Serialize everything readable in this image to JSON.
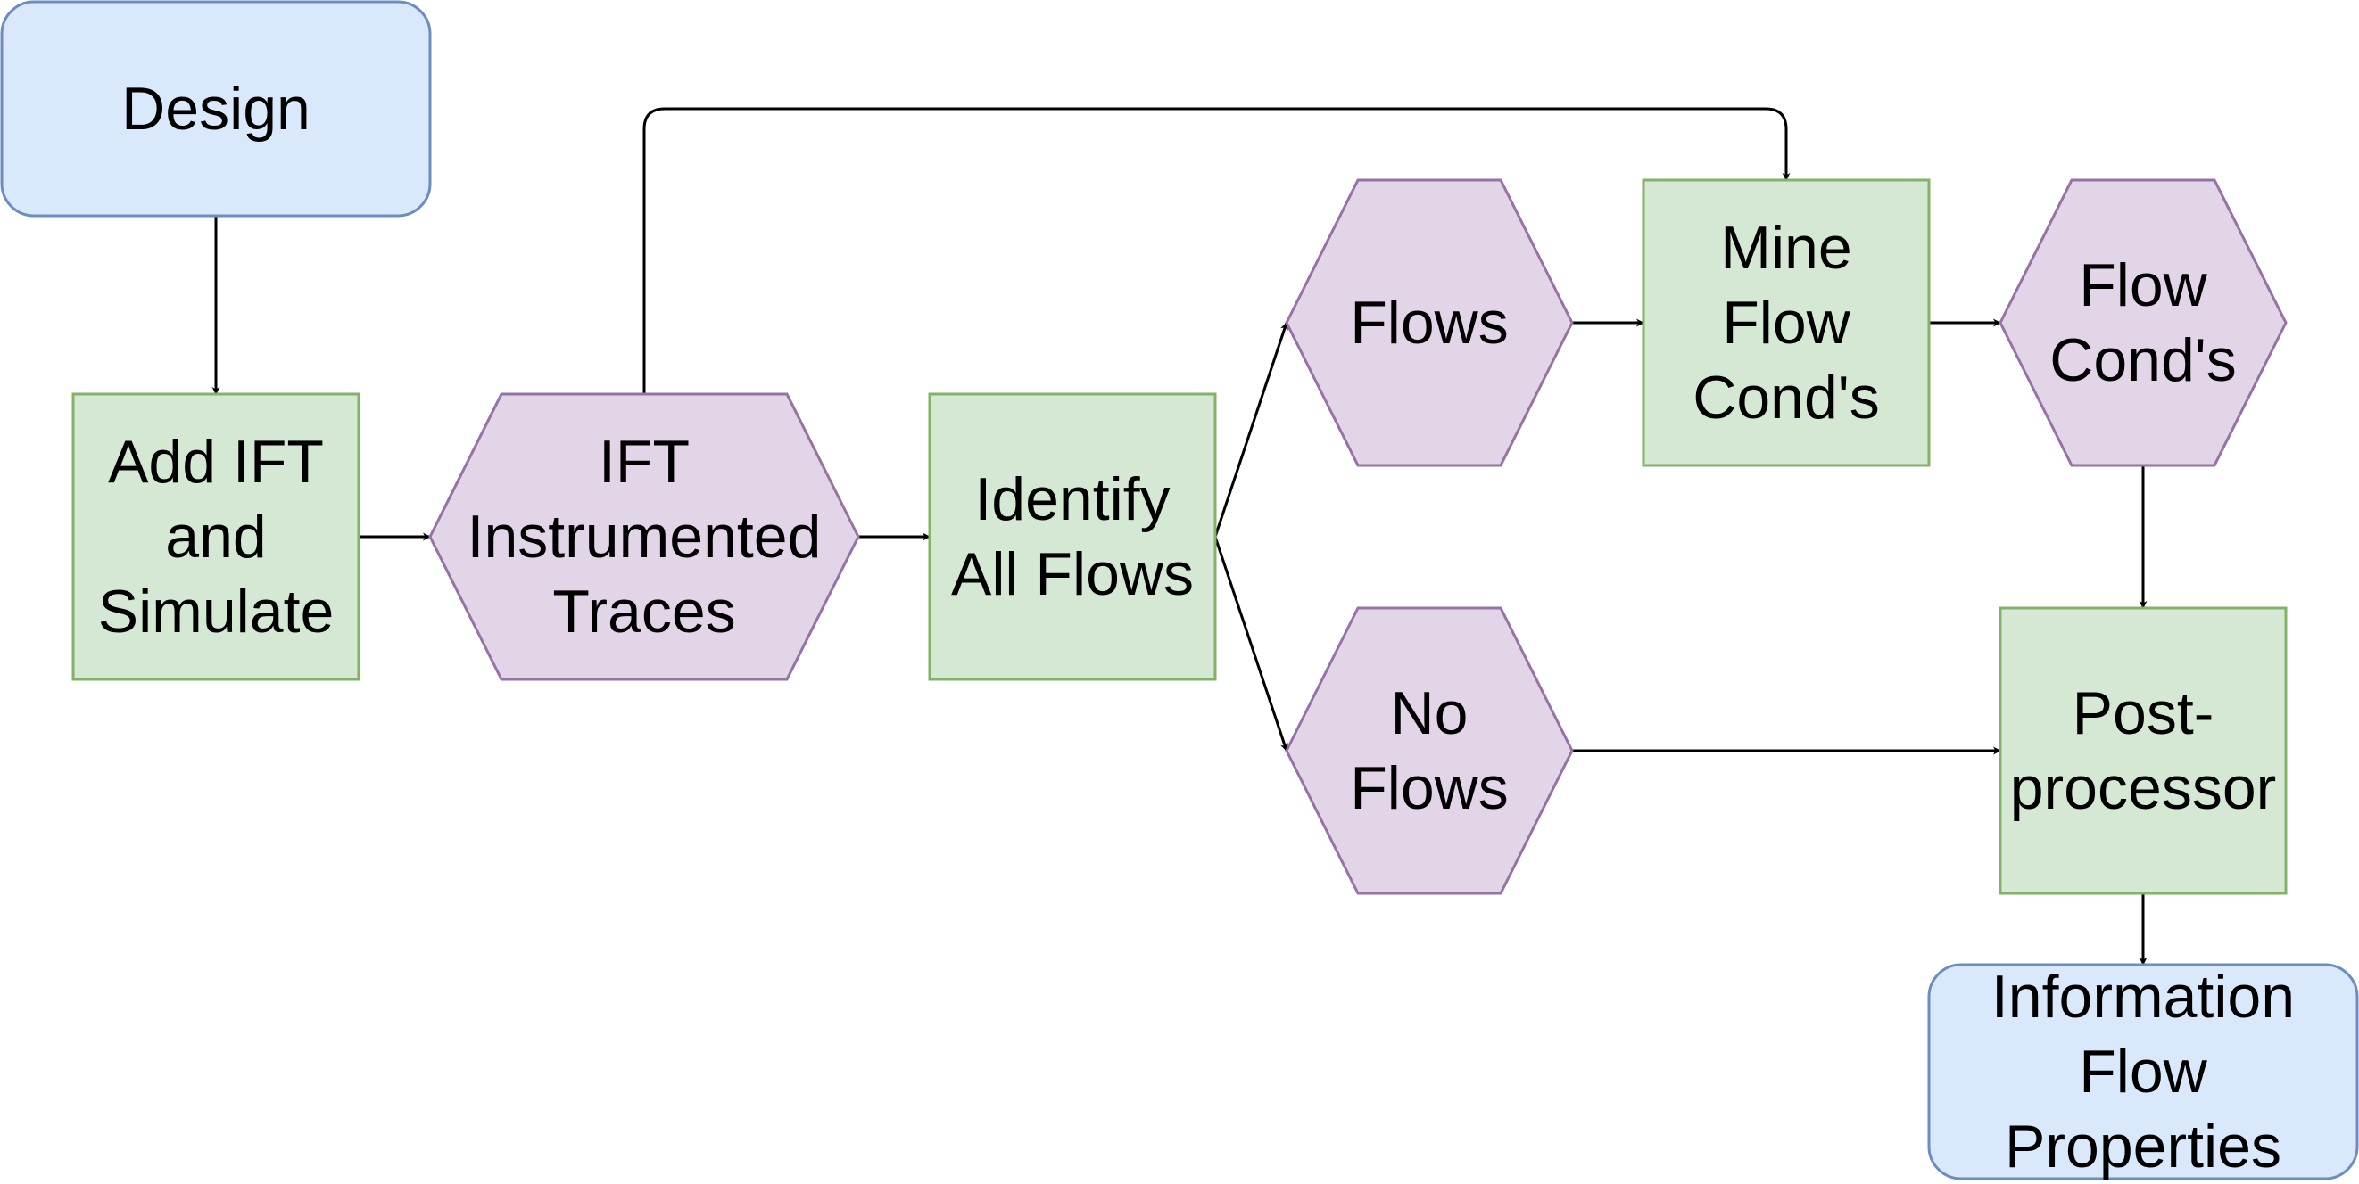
{
  "colors": {
    "terminal_fill": "#dae8fc",
    "terminal_stroke": "#6c8ebf",
    "process_fill": "#d5e8d4",
    "process_stroke": "#82b366",
    "data_fill": "#e1d5e7",
    "data_stroke": "#9673a6",
    "edge": "#000000"
  },
  "nodes": [
    {
      "id": "design",
      "shape": "rounded-rect",
      "lines": [
        "Design"
      ]
    },
    {
      "id": "add-ift",
      "shape": "rect",
      "lines": [
        "Add IFT",
        "and",
        "Simulate"
      ]
    },
    {
      "id": "ift-traces",
      "shape": "hexagon",
      "lines": [
        "IFT",
        "Instrumented",
        "Traces"
      ]
    },
    {
      "id": "identify",
      "shape": "rect",
      "lines": [
        "Identify",
        "All Flows"
      ]
    },
    {
      "id": "flows",
      "shape": "hexagon",
      "lines": [
        "Flows"
      ]
    },
    {
      "id": "mine",
      "shape": "rect",
      "lines": [
        "Mine",
        "Flow",
        "Cond's"
      ]
    },
    {
      "id": "flow-conds",
      "shape": "hexagon",
      "lines": [
        "Flow",
        "Cond's"
      ]
    },
    {
      "id": "no-flows",
      "shape": "hexagon",
      "lines": [
        "No",
        "Flows"
      ]
    },
    {
      "id": "post",
      "shape": "rect",
      "lines": [
        "Post-",
        "processor"
      ]
    },
    {
      "id": "info",
      "shape": "rounded-rect",
      "lines": [
        "Information",
        "Flow",
        "Properties"
      ]
    }
  ],
  "edges": [
    {
      "from": "design",
      "to": "add-ift"
    },
    {
      "from": "add-ift",
      "to": "ift-traces"
    },
    {
      "from": "ift-traces",
      "to": "identify"
    },
    {
      "from": "ift-traces",
      "to": "mine"
    },
    {
      "from": "identify",
      "to": "flows"
    },
    {
      "from": "identify",
      "to": "no-flows"
    },
    {
      "from": "flows",
      "to": "mine"
    },
    {
      "from": "mine",
      "to": "flow-conds"
    },
    {
      "from": "flow-conds",
      "to": "post"
    },
    {
      "from": "no-flows",
      "to": "post"
    },
    {
      "from": "post",
      "to": "info"
    }
  ]
}
